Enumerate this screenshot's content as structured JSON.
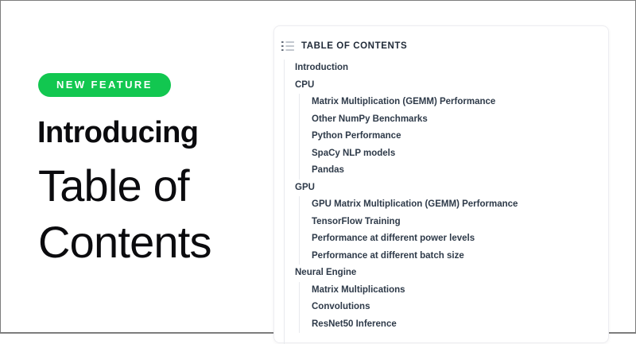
{
  "badge": {
    "label": "NEW FEATURE",
    "bg_color": "#12c750",
    "text_color": "#ffffff"
  },
  "hero": {
    "kicker": "Introducing",
    "title": "Table of Contents",
    "title_lines": [
      "Table of",
      "Contents"
    ]
  },
  "toc_panel": {
    "header": {
      "icon": "list-icon",
      "title": "TABLE OF CONTENTS"
    },
    "items": [
      {
        "label": "Introduction",
        "level": 1
      },
      {
        "label": "CPU",
        "level": 1
      },
      {
        "label": "Matrix Multiplication (GEMM) Performance",
        "level": 2
      },
      {
        "label": "Other NumPy Benchmarks",
        "level": 2
      },
      {
        "label": "Python Performance",
        "level": 2
      },
      {
        "label": "SpaCy NLP models",
        "level": 2
      },
      {
        "label": "Pandas",
        "level": 2
      },
      {
        "label": "GPU",
        "level": 1
      },
      {
        "label": "GPU Matrix Multiplication (GEMM) Performance",
        "level": 2
      },
      {
        "label": "TensorFlow Training",
        "level": 2
      },
      {
        "label": "Performance at different power levels",
        "level": 2
      },
      {
        "label": "Performance at different batch size",
        "level": 2
      },
      {
        "label": "Neural Engine",
        "level": 1
      },
      {
        "label": "Matrix Multiplications",
        "level": 2
      },
      {
        "label": "Convolutions",
        "level": 2
      },
      {
        "label": "ResNet50 Inference",
        "level": 2
      }
    ]
  },
  "colors": {
    "accent_green": "#12c750",
    "heading_text": "#0b0b0e",
    "toc_text": "#2e3a49",
    "guide_line": "#e8eaee",
    "card_border": "#ededf1",
    "frame_border": "#7d7d7d"
  }
}
